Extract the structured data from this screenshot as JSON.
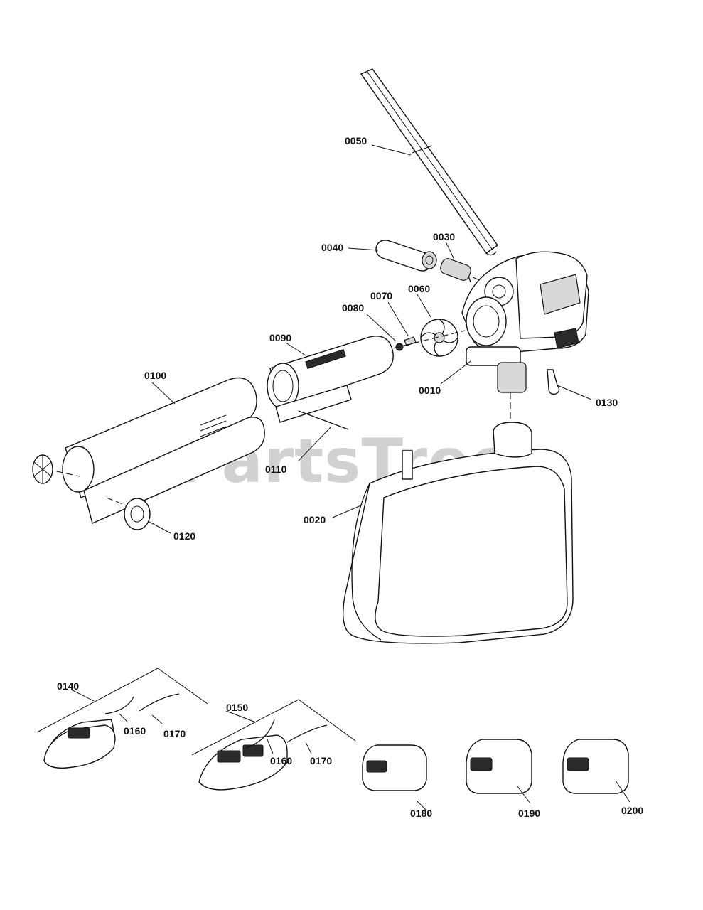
{
  "watermark": "PartsTree",
  "callouts": {
    "c0010": "0010",
    "c0020": "0020",
    "c0030": "0030",
    "c0040": "0040",
    "c0050": "0050",
    "c0060": "0060",
    "c0070": "0070",
    "c0080": "0080",
    "c0090": "0090",
    "c0100": "0100",
    "c0110": "0110",
    "c0120": "0120",
    "c0130": "0130",
    "c0140": "0140",
    "c0150": "0150",
    "c0160a": "0160",
    "c0170a": "0170",
    "c0160b": "0160",
    "c0170b": "0170",
    "c0180": "0180",
    "c0190": "0190",
    "c0200": "0200"
  }
}
